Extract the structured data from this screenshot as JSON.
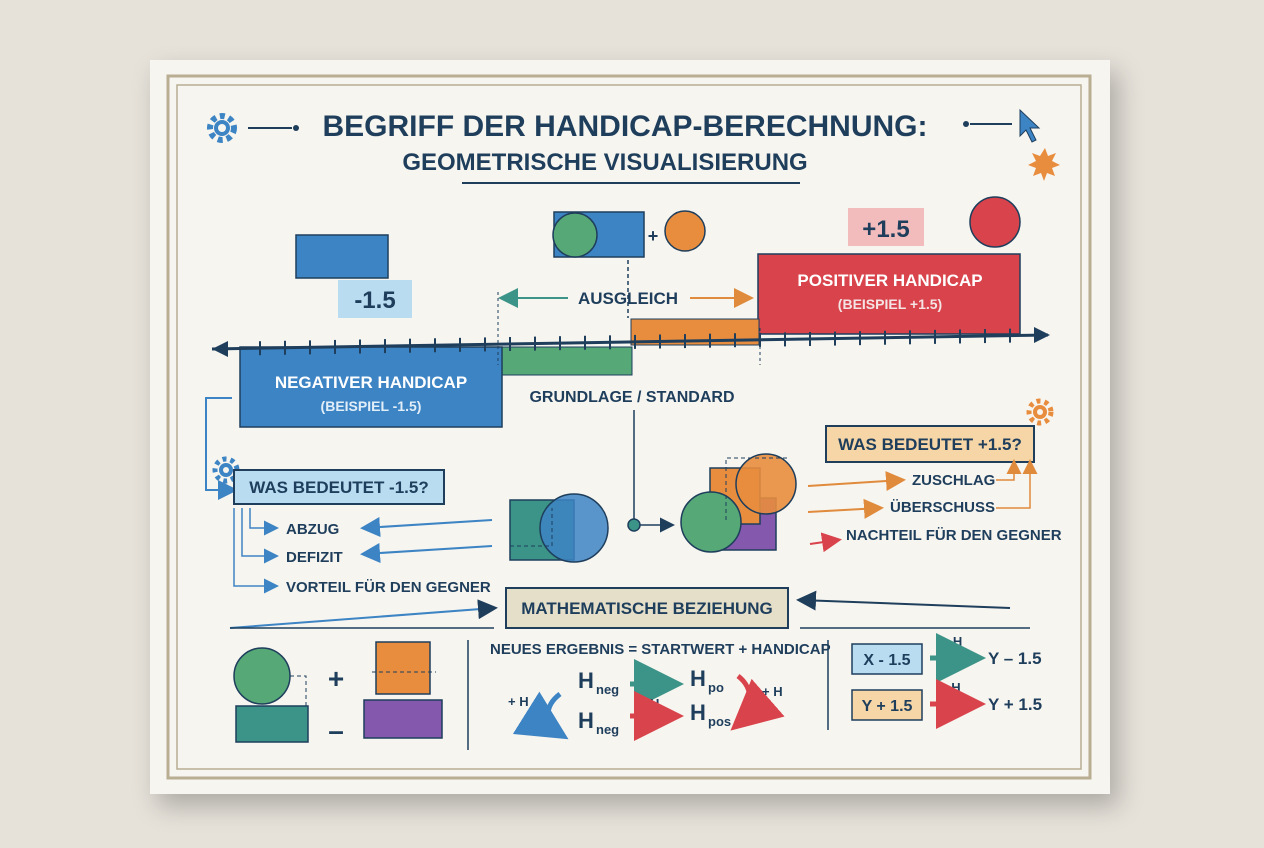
{
  "title": {
    "line1": "BEGRIFF DER HANDICAP-BERECHNUNG:",
    "line2": "GEOMETRISCHE VISUALISIERUNG"
  },
  "colors": {
    "blue": "#3d84c4",
    "green": "#56a877",
    "orange": "#e88d3e",
    "red": "#d9434b",
    "purple": "#8358ad",
    "teal": "#3b9487",
    "navy": "#1e3e5c",
    "light_blue_tag": "#b9dcf1",
    "pink_tag": "#f3bcbc",
    "peach_tag": "#f6d5a6",
    "khaki_tag": "#e5dfc9"
  },
  "top": {
    "minus_value": "-1.5",
    "plus_value": "+1.5",
    "plus_sign": "+",
    "balance_label": "AUSGLEICH",
    "baseline_label": "GRUNDLAGE / STANDARD"
  },
  "negative_block": {
    "title": "NEGATIVER HANDICAP",
    "subtitle": "(BEISPIEL -1.5)"
  },
  "positive_block": {
    "title": "POSITIVER HANDICAP",
    "subtitle": "(BEISPIEL +1.5)"
  },
  "left_panel": {
    "question": "WAS BEDEUTET -1.5?",
    "items": [
      "ABZUG",
      "DEFIZIT",
      "VORTEIL FÜR DEN GEGNER"
    ]
  },
  "right_panel": {
    "question": "WAS BEDEUTET +1.5?",
    "items": [
      "ZUSCHLAG",
      "ÜBERSCHUSS",
      "NACHTEIL FÜR DEN GEGNER"
    ]
  },
  "math": {
    "label": "MATHEMATISCHE BEZIEHUNG",
    "formula": "NEUES ERGEBNIS = STARTWERT + HANDICAP",
    "plus": "+",
    "minus": "–",
    "h": "H",
    "neg_sub": "neg",
    "po_sub": "po",
    "pos_sub": "pos",
    "arrow_plus_h": "+ H",
    "arrow_minus_h": "- H"
  },
  "equations": [
    {
      "lhs": "X - 1.5",
      "op": "+ H",
      "rhs": "Y – 1.5"
    },
    {
      "lhs": "Y + 1.5",
      "op": "- H",
      "rhs": "Y + 1.5"
    }
  ]
}
